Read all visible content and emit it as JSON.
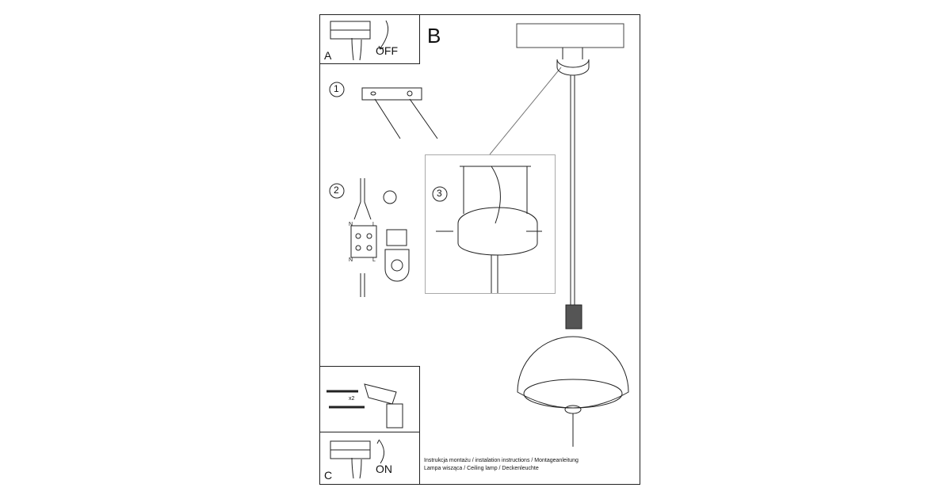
{
  "panel_a": {
    "letter": "A",
    "switch_label": "OFF"
  },
  "panel_b": {
    "letter": "B"
  },
  "panel_c": {
    "letter": "C",
    "switch_label": "ON",
    "quantity": "x2"
  },
  "steps": [
    "1",
    "2",
    "3"
  ],
  "wiring": {
    "neutral": "N",
    "live": "L"
  },
  "footer": {
    "line1": "Instrukcja montażu / instalation instructions / Montageanleitung",
    "line2": "Lampa wisząca / Ceiling lamp  / Deckenleuchte"
  }
}
